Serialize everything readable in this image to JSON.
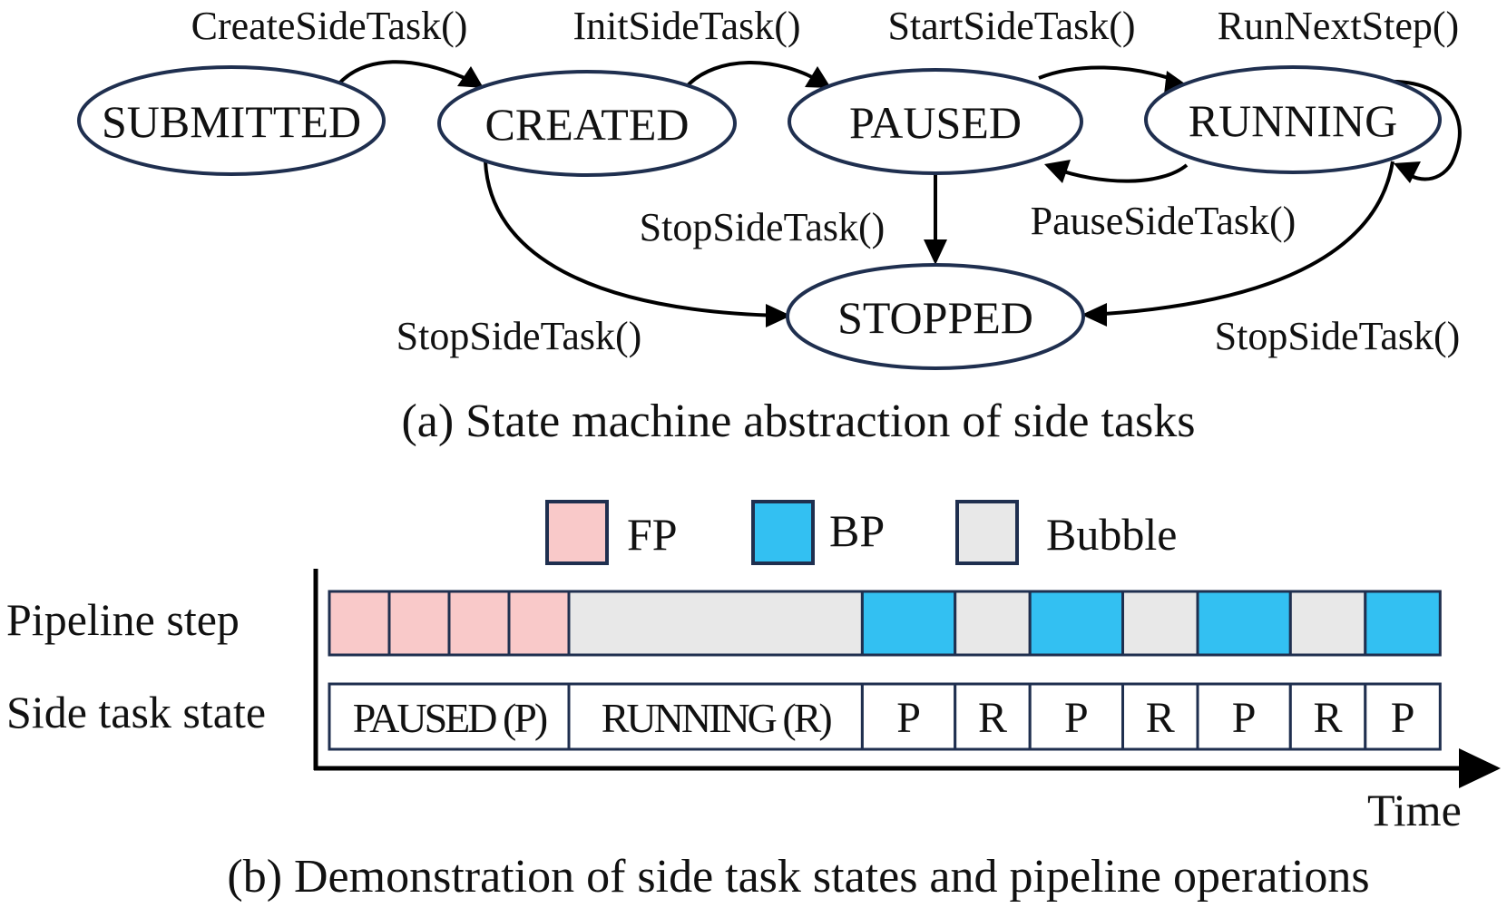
{
  "state_machine": {
    "states": {
      "submitted": "SUBMITTED",
      "created": "CREATED",
      "paused": "PAUSED",
      "running": "RUNNING",
      "stopped": "STOPPED"
    },
    "transitions": {
      "create": "CreateSideTask()",
      "init": "InitSideTask()",
      "start": "StartSideTask()",
      "run_next": "RunNextStep()",
      "pause": "PauseSideTask()",
      "stop_from_paused": "StopSideTask()",
      "stop_from_created": "StopSideTask()",
      "stop_from_running": "StopSideTask()"
    },
    "caption": "(a) State machine abstraction of side tasks"
  },
  "timeline": {
    "legend": [
      {
        "key": "fp",
        "label": "FP",
        "color": "#f9c9c9"
      },
      {
        "key": "bp",
        "label": "BP",
        "color": "#33c0f2"
      },
      {
        "key": "bubble",
        "label": "Bubble",
        "color": "#e8e8e8"
      }
    ],
    "row_labels": {
      "pipeline": "Pipeline step",
      "state": "Side task state"
    },
    "pipeline_steps": [
      {
        "kind": "fp",
        "units": 1
      },
      {
        "kind": "fp",
        "units": 1
      },
      {
        "kind": "fp",
        "units": 1
      },
      {
        "kind": "fp",
        "units": 1
      },
      {
        "kind": "bubble",
        "units": 4.9
      },
      {
        "kind": "bp",
        "units": 1.55
      },
      {
        "kind": "bubble",
        "units": 1.25
      },
      {
        "kind": "bp",
        "units": 1.55
      },
      {
        "kind": "bubble",
        "units": 1.25
      },
      {
        "kind": "bp",
        "units": 1.55
      },
      {
        "kind": "bubble",
        "units": 1.25
      },
      {
        "kind": "bp",
        "units": 1.25
      }
    ],
    "side_task_states": [
      {
        "label": "PAUSED (P)",
        "units": 4
      },
      {
        "label": "RUNNING (R)",
        "units": 4.9
      },
      {
        "label": "P",
        "units": 1.55
      },
      {
        "label": "R",
        "units": 1.25
      },
      {
        "label": "P",
        "units": 1.55
      },
      {
        "label": "R",
        "units": 1.25
      },
      {
        "label": "P",
        "units": 1.55
      },
      {
        "label": "R",
        "units": 1.25
      },
      {
        "label": "P",
        "units": 1.25
      }
    ],
    "axis_label": "Time",
    "caption": "(b) Demonstration of side task states and pipeline operations"
  },
  "colors": {
    "ellipse_stroke": "#1f2f4f",
    "arrow": "#000000",
    "cell_stroke": "#1f2f4f"
  }
}
